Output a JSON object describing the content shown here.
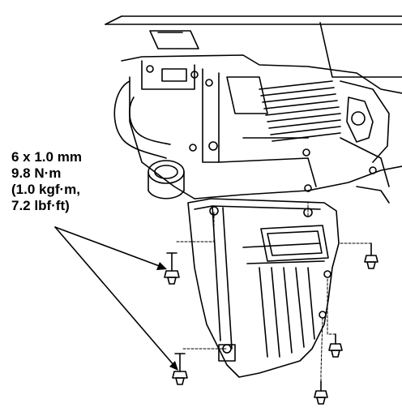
{
  "torque_spec": {
    "bolt_size": "6 x 1.0 mm",
    "torque_nm": "9.8 N·m",
    "torque_kgfm": "(1.0 kgf·m,",
    "torque_lbfft": "7.2 lbf·ft)"
  },
  "colors": {
    "ink": "#000000",
    "paper": "#ffffff"
  }
}
